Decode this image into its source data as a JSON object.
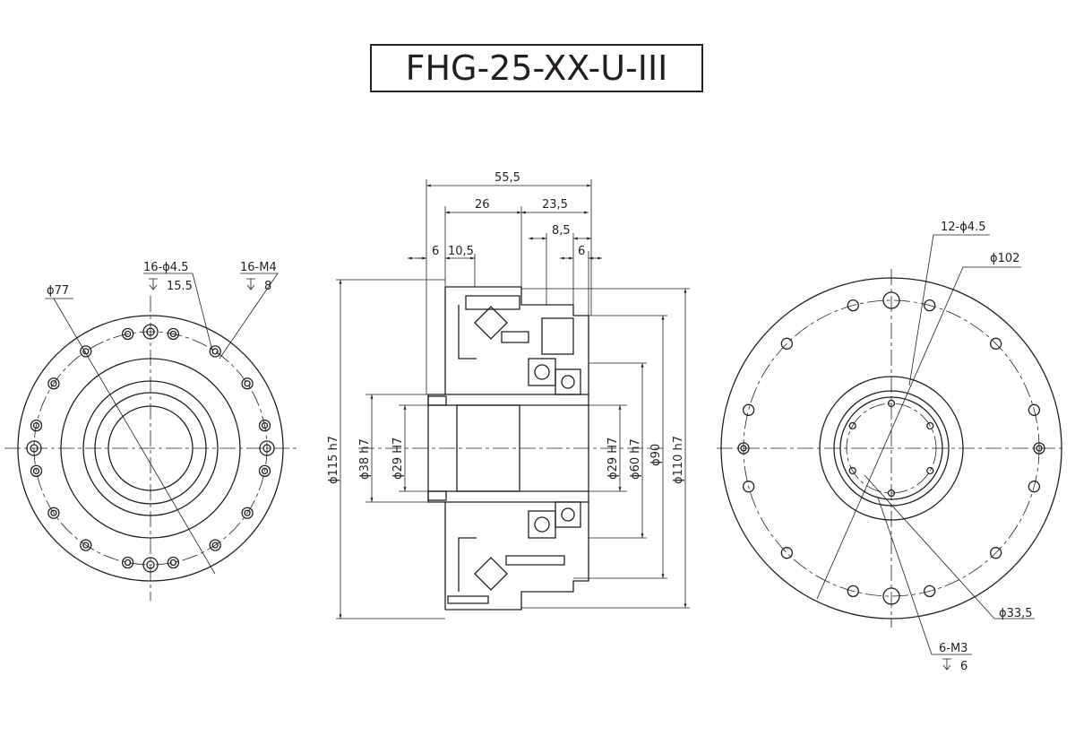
{
  "title": "FHG-25-XX-U-III",
  "left_view": {
    "d_outer": "ϕ77",
    "holes": "16-ϕ4.5",
    "holes_depth": "15.5",
    "threads": "16-M4",
    "threads_depth": "8"
  },
  "section_view": {
    "top": {
      "overall": "55,5",
      "d26": "26",
      "d23": "23,5",
      "d8": "8,5",
      "d6r": "6",
      "d6l": "6",
      "d10": "10,5"
    },
    "left": {
      "d115": "ϕ115 h7",
      "d38": "ϕ38 h7",
      "d29": "ϕ29 H7"
    },
    "right": {
      "d29": "ϕ29 H7",
      "d60": "ϕ60 h7",
      "d90": "ϕ90",
      "d110": "ϕ110 h7"
    }
  },
  "right_view": {
    "holes": "12-ϕ4.5",
    "pcd": "ϕ102",
    "d_inner": "ϕ33,5",
    "threads": "6-M3",
    "threads_depth": "6"
  }
}
